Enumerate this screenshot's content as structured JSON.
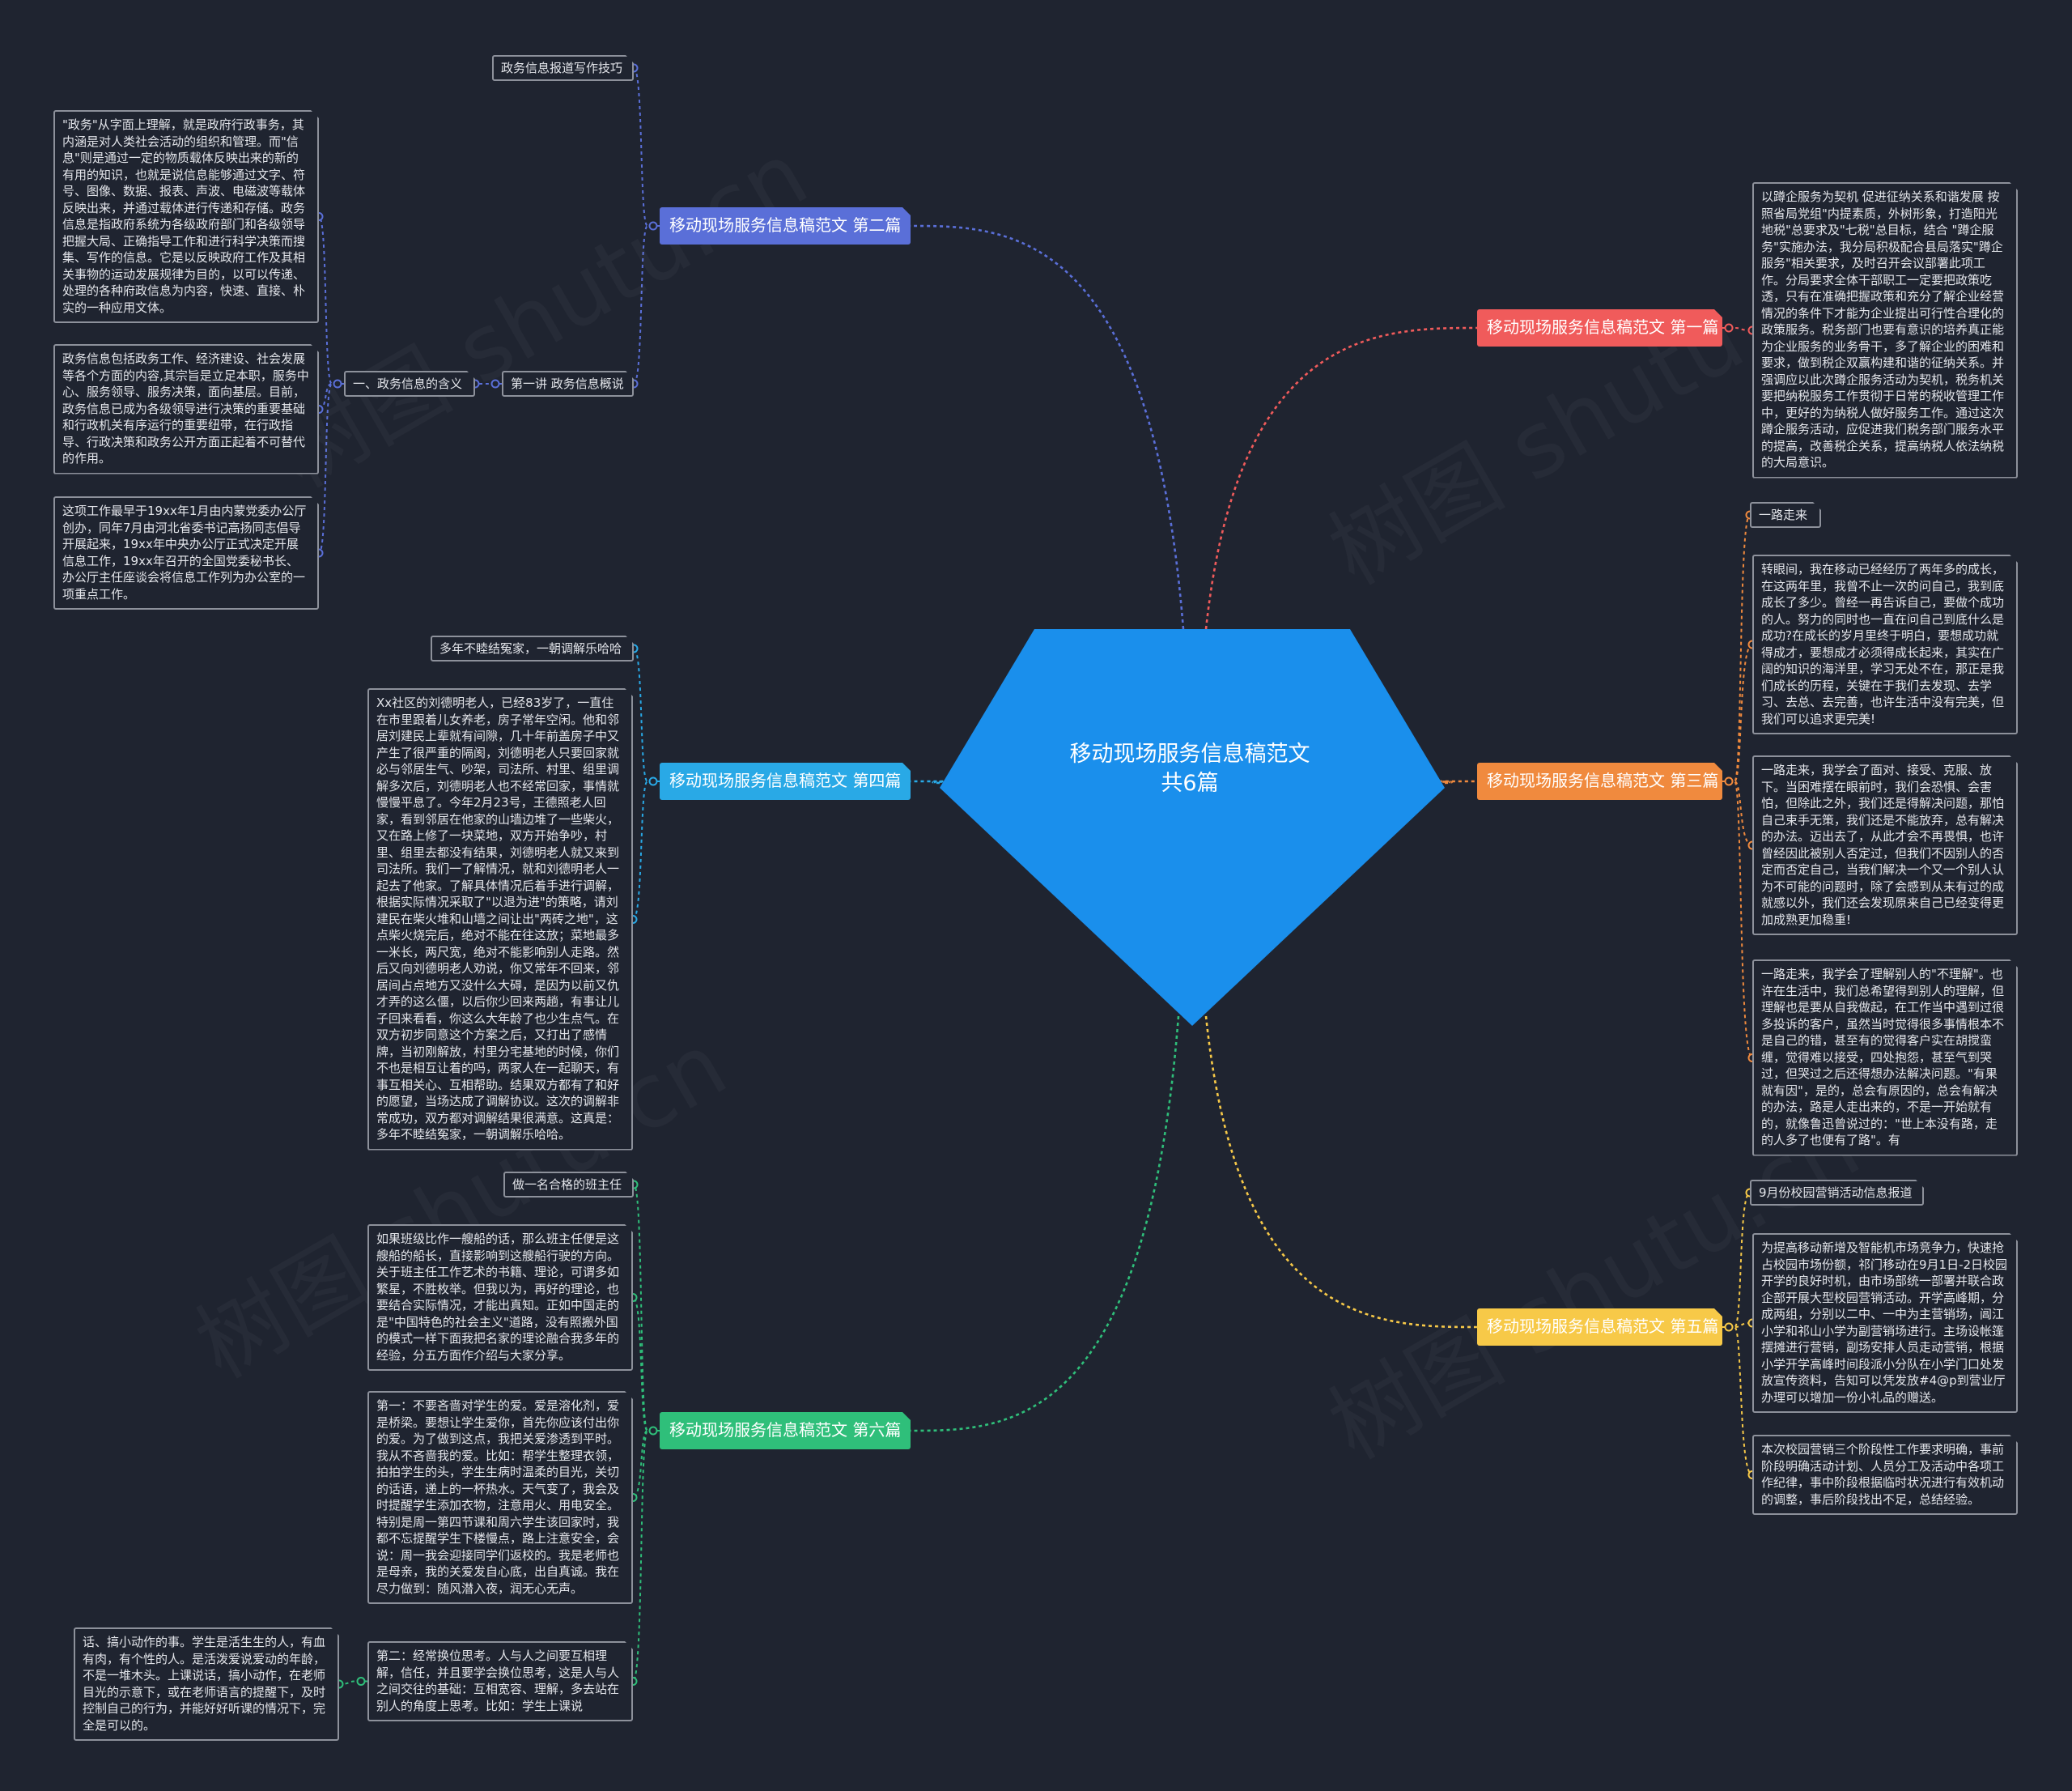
{
  "center": {
    "line1": "移动现场服务信息稿范文",
    "line2": "共6篇"
  },
  "watermark": "树图 shutu.cn",
  "branches": {
    "b1": {
      "label": "移动现场服务信息稿范文 第一篇",
      "color": "#f05b5b"
    },
    "b2": {
      "label": "移动现场服务信息稿范文 第二篇",
      "color": "#5a6fd8"
    },
    "b3": {
      "label": "移动现场服务信息稿范文 第三篇",
      "color": "#f08a3e"
    },
    "b4": {
      "label": "移动现场服务信息稿范文 第四篇",
      "color": "#29a9e6"
    },
    "b5": {
      "label": "移动现场服务信息稿范文 第五篇",
      "color": "#f7c948"
    },
    "b6": {
      "label": "移动现场服务信息稿范文 第六篇",
      "color": "#2fbf7a"
    }
  },
  "nodes": {
    "b1_t1": "以蹲企服务为契机 促进征纳关系和谐发展 按照省局党组\"内提素质，外树形象，打造阳光地税\"总要求及\"七税\"总目标，结合 \"蹲企服务\"实施办法，我分局积极配合县局落实\"蹲企服务\"相关要求，及时召开会议部署此项工作。分局要求全体干部职工一定要把政策吃透，只有在准确把握政策和充分了解企业经营情况的条件下才能为企业提出可行性合理化的政策服务。税务部门也要有意识的培养真正能为企业服务的业务骨干，多了解企业的困难和要求，做到税企双赢构建和谐的征纳关系。并强调应以此次蹲企服务活动为契机，税务机关要把纳税服务工作贯彻于日常的税收管理工作中，更好的为纳税人做好服务工作。通过这次蹲企服务活动，应促进我们税务部门服务水平的提高，改善税企关系，提高纳税人依法纳税的大局意识。",
    "b2_l1": "政务信息报道写作技巧",
    "b2_l2": "第一讲 政务信息概说",
    "b2_l3": "一、政务信息的含义",
    "b2_t1": "\"政务\"从字面上理解，就是政府行政事务，其内涵是对人类社会活动的组织和管理。而\"信息\"则是通过一定的物质载体反映出来的新的有用的知识，也就是说信息能够通过文字、符号、图像、数据、报表、声波、电磁波等载体反映出来，并通过载体进行传递和存储。政务信息是指政府系统为各级政府部门和各级领导把握大局、正确指导工作和进行科学决策而搜集、写作的信息。它是以反映政府工作及其相关事物的运动发展规律为目的，以可以传递、处理的各种府政信息为内容，快速、直接、朴实的一种应用文体。",
    "b2_t2": "政务信息包括政务工作、经济建设、社会发展等各个方面的内容,其宗旨是立足本职，服务中心、服务领导、服务决策，面向基层。目前，政务信息已成为各级领导进行决策的重要基础和行政机关有序运行的重要纽带，在行政指导、行政决策和政务公开方面正起着不可替代的作用。",
    "b2_t3": "这项工作最早于19xx年1月由内蒙党委办公厅创办，同年7月由河北省委书记高扬同志倡导开展起来，19xx年中央办公厅正式决定开展信息工作，19xx年召开的全国党委秘书长、办公厅主任座谈会将信息工作列为办公室的一项重点工作。",
    "b3_l1": "一路走来",
    "b3_t1": "转眼间，我在移动已经经历了两年多的成长，在这两年里，我曾不止一次的问自己，我到底成长了多少。曾经一再告诉自己，要做个成功的人。努力的同时也一直在问自己到底什么是成功?在成长的岁月里终于明白，要想成功就得成才，要想成才必须得成长起来，其实在广阔的知识的海洋里，学习无处不在，那正是我们成长的历程，关键在于我们去发现、去学习、去总、去完善，也许生活中没有完美，但我们可以追求更完美!",
    "b3_t2": "一路走来，我学会了面对、接受、克服、放下。当困难摆在眼前时，我们会恐惧、会害怕，但除此之外，我们还是得解决问题，那怕自己束手无策，我们还是不能放弃，总有解决的办法。迈出去了，从此才会不再畏惧，也许曾经因此被别人否定过，但我们不因别人的否定而否定自己，当我们解决一个又一个别人认为不可能的问题时，除了会感到从未有过的成就感以外，我们还会发现原来自己已经变得更加成熟更加稳重!",
    "b3_t3": "一路走来，我学会了理解别人的\"不理解\"。也许在生活中，我们总希望得到别人的理解，但理解也是要从自我做起，在工作当中遇到过很多投诉的客户，虽然当时觉得很多事情根本不是自己的错，甚至有的觉得客户实在胡搅蛮缠，觉得难以接受，四处抱怨，甚至气到哭过，但哭过之后还得想办法解决问题。\"有果就有因\"，是的，总会有原因的，总会有解决的办法，路是人走出来的，不是一开始就有的，就像鲁迅曾说过的：\"世上本没有路，走的人多了也便有了路\"。有",
    "b4_l1": "多年不睦结冤家，一朝调解乐哈哈",
    "b4_t1": "Xx社区的刘德明老人，已经83岁了，一直住在市里跟着儿女养老，房子常年空闲。他和邻居刘建民上辈就有间隙，几十年前盖房子中又产生了很严重的隔阂，刘德明老人只要回家就必与邻居生气、吵架，司法所、村里、组里调解多次后，刘德明老人也不经常回家，事情就慢慢平息了。今年2月23号，王德照老人回家，看到邻居在他家的山墙边堆了一些柴火，又在路上修了一块菜地，双方开始争吵，村里、组里去都没有结果，刘德明老人就又来到司法所。我们一了解情况，就和刘德明老人一起去了他家。了解具体情况后着手进行调解，根据实际情况采取了\"以退为进\"的策略，请刘建民在柴火堆和山墙之间让出\"两砖之地\"，这点柴火烧完后，绝对不能在往这放；菜地最多一米长，两尺宽，绝对不能影响别人走路。然后又向刘德明老人劝说，你又常年不回来，邻居间占点地方又没什么大碍，是因为以前又仇才弄的这么僵，以后你少回来两趟，有事让儿子回来看看，你这么大年龄了也少生点气。在双方初步同意这个方案之后，又打出了感情牌，当初刚解放，村里分宅基地的时候，你们不也是相互让着的吗，两家人在一起聊天，有事互相关心、互相帮助。结果双方都有了和好的愿望，当场达成了调解协议。这次的调解非常成功，双方都对调解结果很满意。这真是：多年不睦结冤家，一朝调解乐哈哈。",
    "b5_l1": "9月份校园营销活动信息报道",
    "b5_t1": "为提高移动新增及智能机市场竞争力，快速抢占校园市场份额，祁门移动在9月1日-2日校园开学的良好时机，由市场部统一部署并联合政企部开展大型校园营销活动。开学高峰期，分成两组，分别以二中、一中为主营销场，阊江小学和祁山小学为副营销场进行。主场设帐篷摆摊进行营销，副场安排人员走动营销，根据小学开学高峰时间段派小分队在小学门口处发放宣传资料，告知可以凭发放#4@p到营业厅办理可以增加一份小礼品的赠送。",
    "b5_t2": "本次校园营销三个阶段性工作要求明确，事前阶段明确活动计划、人员分工及活动中各项工作纪律，事中阶段根据临时状况进行有效机动的调整，事后阶段找出不足，总结经验。",
    "b6_l1": "做一名合格的班主任",
    "b6_t1": "如果班级比作一艘船的话，那么班主任便是这艘船的船长，直接影响到这艘船行驶的方向。关于班主任工作艺术的书籍、理论，可谓多如繁星，不胜枚举。但我以为，再好的理论，也要结合实际情况，才能出真知。正如中国走的是\"中国特色的社会主义\"道路，没有照搬外国的模式一样下面我把名家的理论融合我多年的经验，分五方面作介绍与大家分享。",
    "b6_t2": "第一：不要吝啬对学生的爱。爱是溶化剂，爱是桥梁。要想让学生爱你，首先你应该付出你的爱。为了做到这点，我把关爱渗透到平时。我从不吝啬我的爱。比如：帮学生整理衣领，拍拍学生的头，学生生病时温柔的目光，关切的话语，递上的一杯热水。天气变了，我会及时提醒学生添加衣物，注意用火、用电安全。特别是周一第四节课和周六学生该回家时，我都不忘提醒学生下楼慢点，路上注意安全，会说：周一我会迎接同学们返校的。我是老师也是母亲，我的关爱发自心底，出自真诚。我在尽力做到：随风潜入夜，润无心无声。",
    "b6_t3": "第二：经常换位思考。人与人之间要互相理解，信任，并且要学会换位思考，这是人与人之间交往的基础：互相宽容、理解，多去站在别人的角度上思考。比如：学生上课说",
    "b6_t4": "话、搞小动作的事。学生是活生生的人，有血有肉，有个性的人。是活泼爱说爱动的年龄，不是一堆木头。上课说话，搞小动作，在老师目光的示意下，或在老师语言的提醒下，及时控制自己的行为，并能好好听课的情况下，完全是可以的。"
  }
}
